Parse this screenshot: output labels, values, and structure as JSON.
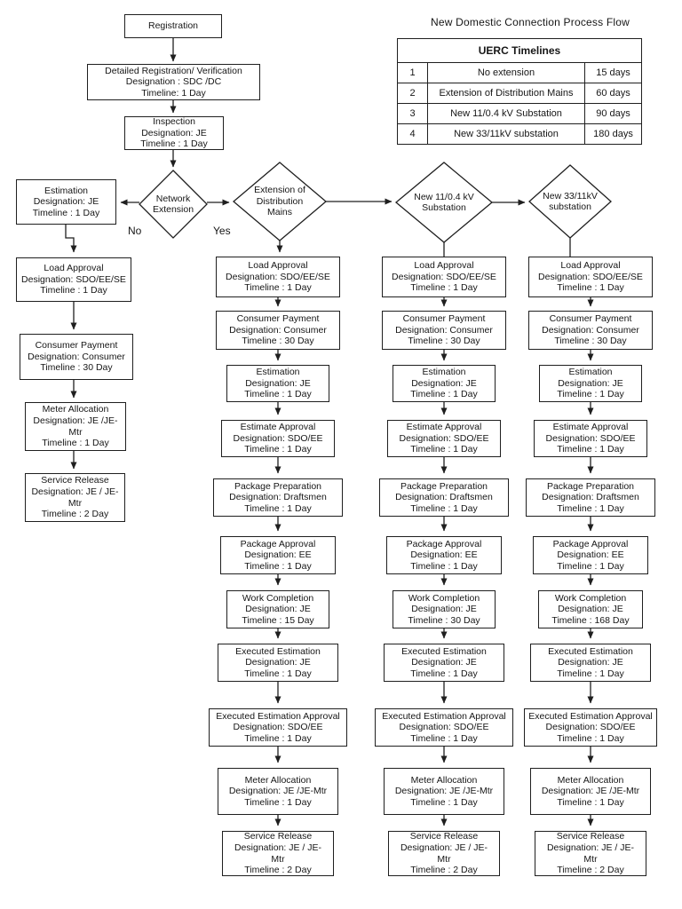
{
  "title": "New Domestic Connection Process Flow",
  "table": {
    "header": "UERC Timelines",
    "rows": [
      {
        "num": "1",
        "desc": "No extension",
        "days": "15 days"
      },
      {
        "num": "2",
        "desc": "Extension of Distribution Mains",
        "days": "60 days"
      },
      {
        "num": "3",
        "desc": "New 11/0.4 kV Substation",
        "days": "90 days"
      },
      {
        "num": "4",
        "desc": "New 33/11kV substation",
        "days": "180 days"
      }
    ]
  },
  "top_flow": {
    "registration": "Registration",
    "detailed_registration": "Detailed Registration/ Verification\nDesignation : SDC /DC\nTimeline: 1 Day",
    "inspection": "Inspection\nDesignation: JE\nTimeline : 1 Day"
  },
  "decisions": {
    "network_extension": "Network\nExtension",
    "no_label": "No",
    "yes_label": "Yes",
    "extension_mains": "Extension of\nDistribution\nMains",
    "new_11kv": "New 11/0.4 kV\nSubstation",
    "new_33kv": "New 33/11kV\nsubstation"
  },
  "branch_no": {
    "estimation": "Estimation\nDesignation: JE\nTimeline : 1 Day",
    "steps": [
      "Load Approval\nDesignation: SDO/EE/SE\nTimeline : 1 Day",
      "Consumer Payment\nDesignation: Consumer\nTimeline : 30 Day",
      "Meter Allocation\nDesignation: JE /JE-\nMtr\nTimeline : 1 Day",
      "Service Release\nDesignation: JE / JE-\nMtr\nTimeline : 2 Day"
    ]
  },
  "branch_mains": {
    "steps": [
      "Load Approval\nDesignation: SDO/EE/SE\nTimeline : 1 Day",
      "Consumer Payment\nDesignation: Consumer\nTimeline : 30 Day",
      "Estimation\nDesignation: JE\nTimeline : 1 Day",
      "Estimate Approval\nDesignation: SDO/EE\nTimeline : 1 Day",
      "Package Preparation\nDesignation: Draftsmen\nTimeline : 1 Day",
      "Package Approval\nDesignation: EE\nTimeline : 1 Day",
      "Work Completion\nDesignation: JE\nTimeline : 15 Day",
      "Executed Estimation\nDesignation: JE\nTimeline : 1 Day",
      "Executed Estimation Approval\nDesignation: SDO/EE\nTimeline : 1 Day",
      "Meter Allocation\nDesignation: JE /JE-Mtr\nTimeline : 1 Day",
      "Service Release\nDesignation: JE / JE-\nMtr\nTimeline : 2 Day"
    ]
  },
  "branch_11kv": {
    "steps": [
      "Load Approval\nDesignation: SDO/EE/SE\nTimeline : 1 Day",
      "Consumer Payment\nDesignation: Consumer\nTimeline : 30 Day",
      "Estimation\nDesignation: JE\nTimeline : 1 Day",
      "Estimate Approval\nDesignation: SDO/EE\nTimeline : 1 Day",
      "Package Preparation\nDesignation: Draftsmen\nTimeline : 1 Day",
      "Package Approval\nDesignation: EE\nTimeline : 1 Day",
      "Work Completion\nDesignation: JE\nTimeline : 30 Day",
      "Executed Estimation\nDesignation: JE\nTimeline : 1 Day",
      "Executed Estimation Approval\nDesignation: SDO/EE\nTimeline : 1 Day",
      "Meter Allocation\nDesignation: JE /JE-Mtr\nTimeline : 1 Day",
      "Service Release\nDesignation: JE / JE-\nMtr\nTimeline : 2 Day"
    ]
  },
  "branch_33kv": {
    "steps": [
      "Load Approval\nDesignation: SDO/EE/SE\nTimeline : 1 Day",
      "Consumer Payment\nDesignation: Consumer\nTimeline : 30 Day",
      "Estimation\nDesignation: JE\nTimeline : 1 Day",
      "Estimate Approval\nDesignation: SDO/EE\nTimeline : 1 Day",
      "Package Preparation\nDesignation: Draftsmen\nTimeline : 1 Day",
      "Package Approval\nDesignation: EE\nTimeline : 1 Day",
      "Work Completion\nDesignation: JE\nTimeline : 168 Day",
      "Executed Estimation\nDesignation: JE\nTimeline : 1 Day",
      "Executed Estimation Approval\nDesignation: SDO/EE\nTimeline : 1 Day",
      "Meter Allocation\nDesignation: JE /JE-Mtr\nTimeline : 1 Day",
      "Service Release\nDesignation: JE / JE-\nMtr\nTimeline : 2 Day"
    ]
  }
}
